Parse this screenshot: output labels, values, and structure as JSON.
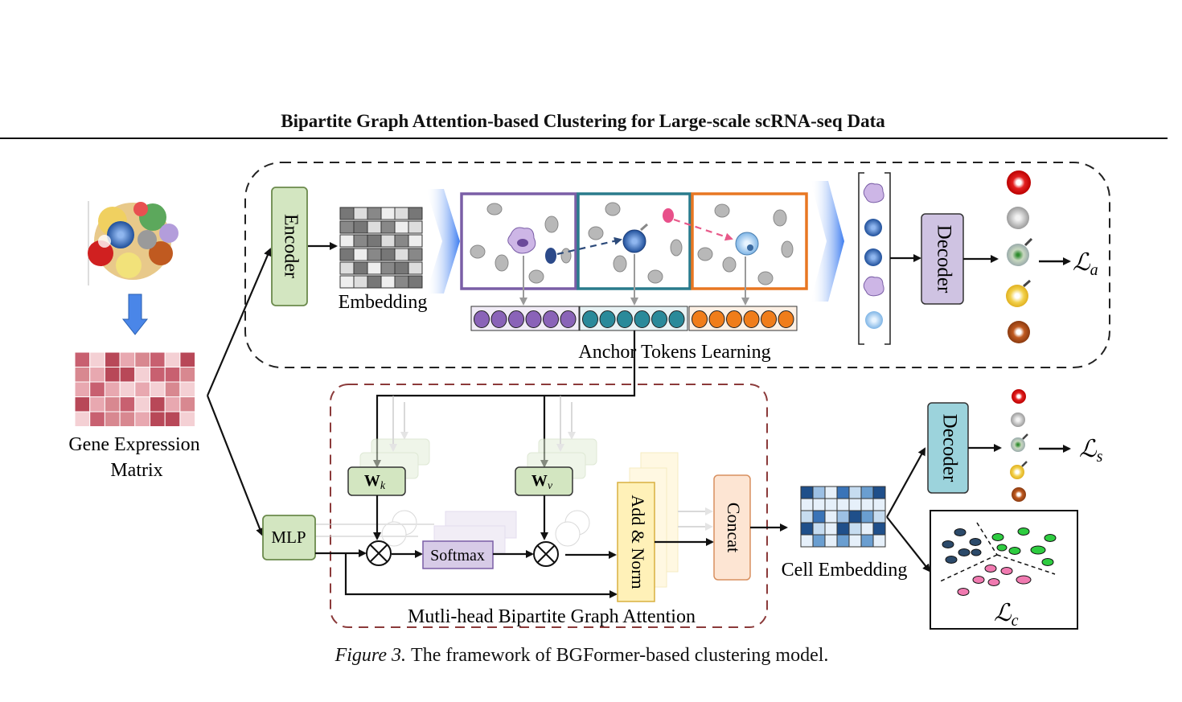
{
  "header": {
    "running_title": "Bipartite Graph Attention-based Clustering for Large-scale scRNA-seq Data"
  },
  "labels": {
    "encoder": "Encoder",
    "embedding": "Embedding",
    "anchor_tokens_learning": "Anchor Tokens Learning",
    "decoder_top": "Decoder",
    "decoder_bottom": "Decoder",
    "loss_a_main": "ℒ",
    "loss_a_sub": "a",
    "loss_s_main": "ℒ",
    "loss_s_sub": "s",
    "loss_c_main": "ℒ",
    "loss_c_sub": "c",
    "gene_expression_line1": "Gene Expression",
    "gene_expression_line2": "Matrix",
    "mlp": "MLP",
    "wk_main": "W",
    "wk_sub": "k",
    "wv_main": "W",
    "wv_sub": "v",
    "softmax": "Softmax",
    "multiply_symbol": "⊗",
    "add_norm": "Add & Norm",
    "concat": "Concat",
    "cell_embedding": "Cell Embedding",
    "multihead_attention": "Mutli-head Bipartite Graph Attention"
  },
  "caption": {
    "figure_label": "Figure 3.",
    "text": "The framework of BGFormer-based clustering model."
  },
  "colors": {
    "encoder_fill": "#d3e6c1",
    "encoder_stroke": "#6b8a4c",
    "decoder_top_fill": "#cfc3e2",
    "decoder_bottom_fill": "#9cd3dc",
    "purple_frame": "#7a5ea6",
    "teal_frame": "#2a7b8c",
    "orange_frame": "#e87722",
    "addnorm_fill": "#fff1b8",
    "concat_fill": "#fde5d3",
    "softmax_fill": "#d7cbe7",
    "attention_dash": "#8b3a3a"
  }
}
